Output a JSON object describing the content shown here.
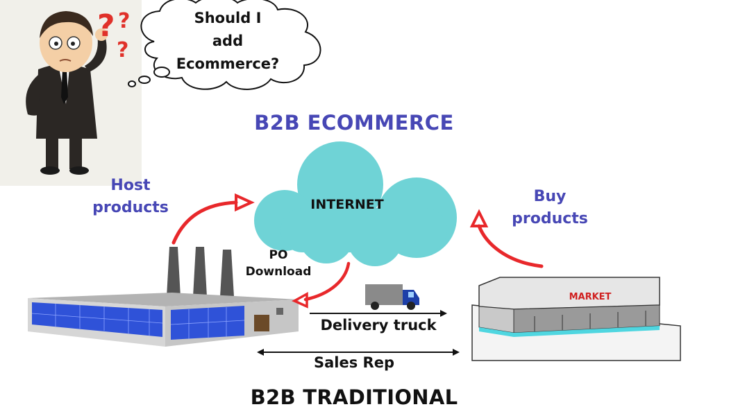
{
  "thought_bubble": {
    "text": "Should I add Ecommerce?",
    "lines": [
      "Should I",
      "add",
      "Ecommerce?"
    ]
  },
  "titles": {
    "ecommerce": "B2B ECOMMERCE",
    "traditional": "B2B TRADITIONAL"
  },
  "labels": {
    "host_products": [
      "Host",
      "products"
    ],
    "buy_products": [
      "Buy",
      "products"
    ],
    "internet": "INTERNET",
    "po_download": [
      "PO",
      "Download"
    ],
    "delivery_truck": "Delivery truck",
    "sales_rep": "Sales Rep",
    "market_sign": "MARKET"
  },
  "colors": {
    "title_blue": "#4747b5",
    "cloud": "#6fd3d6",
    "arrow_red": "#e8282b",
    "factory_glass": "#2f52d8",
    "truck_cargo": "#8a8a8a",
    "truck_cab": "#1d3fa8"
  },
  "icons": [
    "confused-businessman",
    "question-marks",
    "thought-bubble",
    "internet-cloud",
    "factory",
    "delivery-truck",
    "market-store"
  ]
}
